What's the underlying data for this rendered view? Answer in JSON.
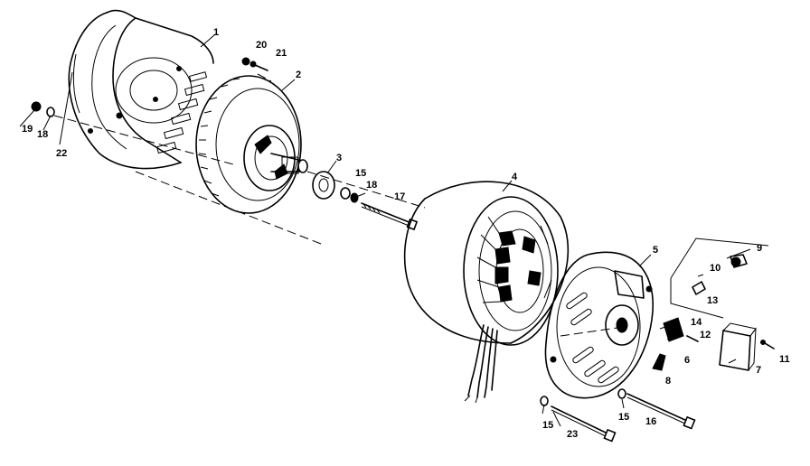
{
  "diagram": {
    "labels": [
      {
        "id": "l1",
        "text": "1"
      },
      {
        "id": "l2",
        "text": "2"
      },
      {
        "id": "l3",
        "text": "3"
      },
      {
        "id": "l4",
        "text": "4"
      },
      {
        "id": "l5",
        "text": "5"
      },
      {
        "id": "l6",
        "text": "6"
      },
      {
        "id": "l7",
        "text": "7"
      },
      {
        "id": "l8",
        "text": "8"
      },
      {
        "id": "l9",
        "text": "9"
      },
      {
        "id": "l10",
        "text": "10"
      },
      {
        "id": "l11",
        "text": "11"
      },
      {
        "id": "l12",
        "text": "12"
      },
      {
        "id": "l13",
        "text": "13"
      },
      {
        "id": "l14",
        "text": "14"
      },
      {
        "id": "l15a",
        "text": "15"
      },
      {
        "id": "l15b",
        "text": "15"
      },
      {
        "id": "l15c",
        "text": "15"
      },
      {
        "id": "l16",
        "text": "16"
      },
      {
        "id": "l17",
        "text": "17"
      },
      {
        "id": "l18a",
        "text": "18"
      },
      {
        "id": "l18b",
        "text": "18"
      },
      {
        "id": "l19",
        "text": "19"
      },
      {
        "id": "l20",
        "text": "20"
      },
      {
        "id": "l21",
        "text": "21"
      },
      {
        "id": "l22",
        "text": "22"
      },
      {
        "id": "l23",
        "text": "23"
      }
    ]
  }
}
